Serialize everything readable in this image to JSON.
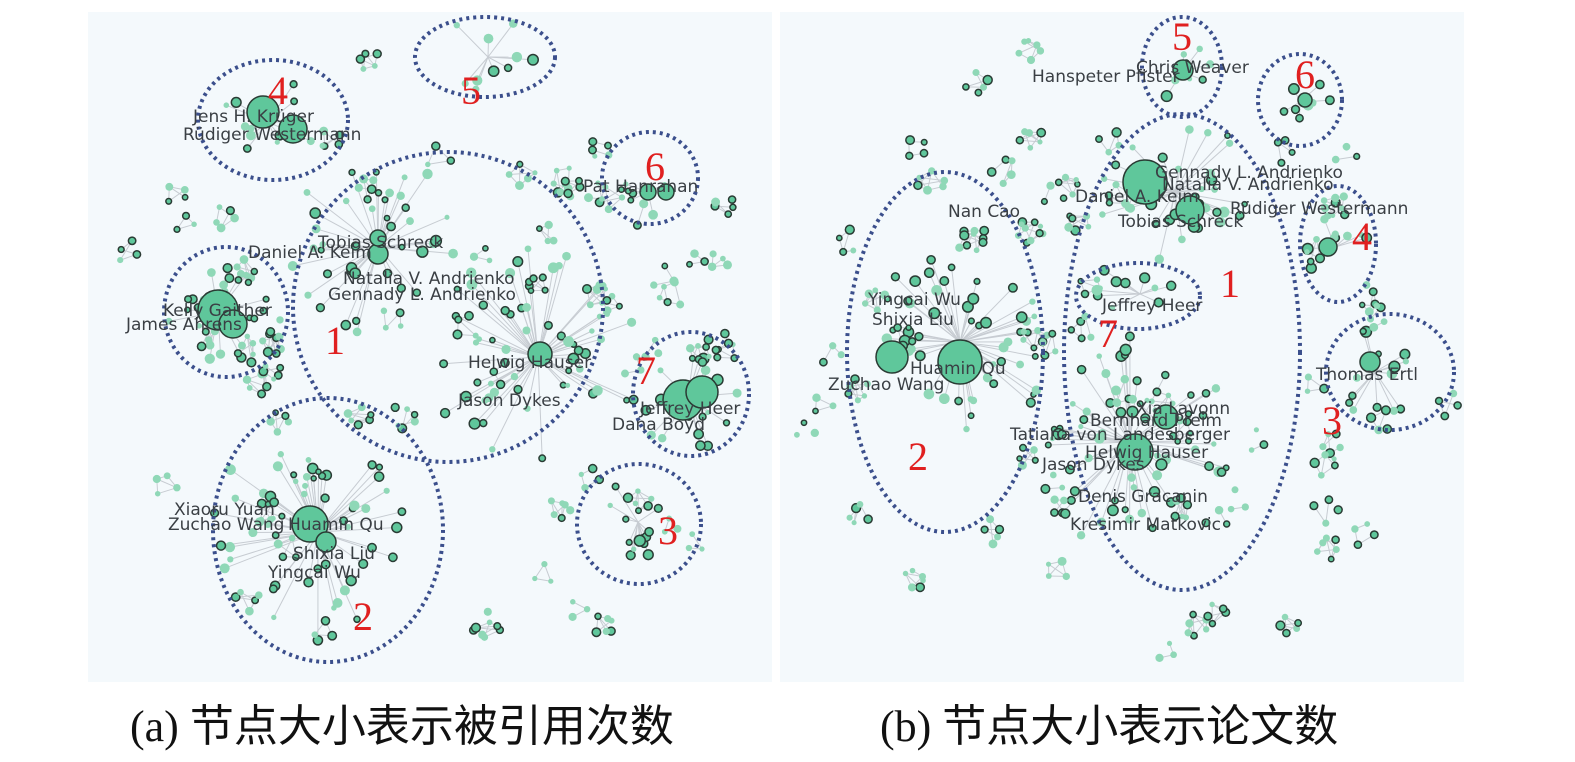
{
  "colors": {
    "node_fill": "#5fc79b",
    "node_fill_light": "#8fd8b7",
    "node_stroke": "#2a3b34",
    "edge": "#c7ccd2",
    "cluster_ring": "#3b4f8c",
    "cluster_number": "#e02020",
    "panel_bg": "#f4f9fc"
  },
  "panel_a": {
    "caption": "(a) 节点大小表示被引用次数",
    "labels": {
      "l1": "Jens H. Krüger",
      "l2": "Rüdiger Westermann",
      "l3": "Pat Hanrahan",
      "l4": "Daniel A. Keim",
      "l5": "Tobias Schreck",
      "l6": "Natalia V. Andrienko",
      "l7": "Gennady L. Andrienko",
      "l8": "Kelly Gaither",
      "l9": "James Ahrens",
      "l10": "Helwig Hauser",
      "l11": "Jason Dykes",
      "l12": "Jeffrey Heer",
      "l13": "Dana Boyd",
      "l14": "Xiaoru Yuan",
      "l15": "Zuchao Wang",
      "l16": "Huamin Qu",
      "l17": "Shixia Liu",
      "l18": "Yingcai Wu"
    },
    "clusters": {
      "c1": "1",
      "c2": "2",
      "c3": "3",
      "c4": "4",
      "c5": "5",
      "c6": "6",
      "c7": "7"
    }
  },
  "panel_b": {
    "caption": "(b) 节点大小表示论文数",
    "labels": {
      "l1": "Chris Weaver",
      "l2": "Hanspeter Pfister",
      "l3": "Gennady L. Andrienko",
      "l4": "Natalia V. Andrienko",
      "l5": "Daniel A. Keim",
      "l6": "Tobias Schreck",
      "l7": "Rüdiger Westermann",
      "l8": "Nan Cao",
      "l9": "Yingcai Wu",
      "l10": "Shixia Liu",
      "l11": "Huamin Qu",
      "l12": "Zuchao Wang",
      "l13": "Jeffrey Heer",
      "l14": "Thomas Ertl",
      "l15": "Xia Lavonn",
      "l16": "Bernhard Preim",
      "l17": "Tatiana von Landesberger",
      "l18": "Helwig Hauser",
      "l19": "Jason Dykes",
      "l20": "Denis Gracanin",
      "l21": "Kresimir Matkovic"
    },
    "clusters": {
      "c1": "1",
      "c2": "2",
      "c3": "3",
      "c4": "4",
      "c5": "5",
      "c6": "6",
      "c7": "7"
    }
  }
}
